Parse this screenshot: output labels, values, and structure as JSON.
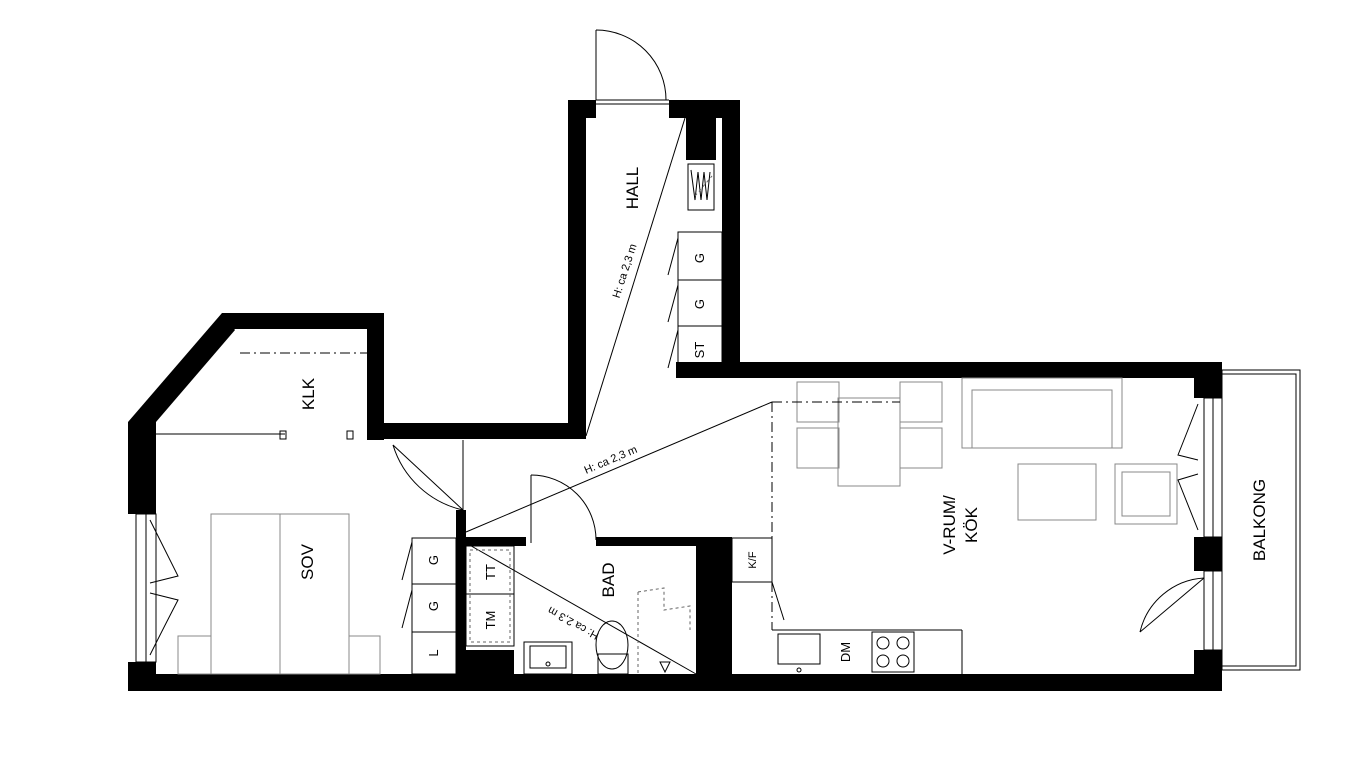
{
  "rooms": {
    "hall": "HALL",
    "klk": "KLK",
    "sov": "SOV",
    "bad": "BAD",
    "vrum_line1": "V-RUM/",
    "vrum_line2": "KÖK",
    "balkong": "BALKONG"
  },
  "heights": {
    "hall": "H: ca 2,3 m",
    "living": "H: ca 2,3 m",
    "bath": "H: ca 2,3 m"
  },
  "fixtures": {
    "hall_wardrobe_1": "G",
    "hall_wardrobe_2": "G",
    "hall_storage": "ST",
    "bedroom_wardrobe_1": "G",
    "bedroom_wardrobe_2": "G",
    "bedroom_linen": "L",
    "dryer": "TT",
    "washer": "TM",
    "fridge_freezer": "K/F",
    "dishwasher": "DM"
  }
}
